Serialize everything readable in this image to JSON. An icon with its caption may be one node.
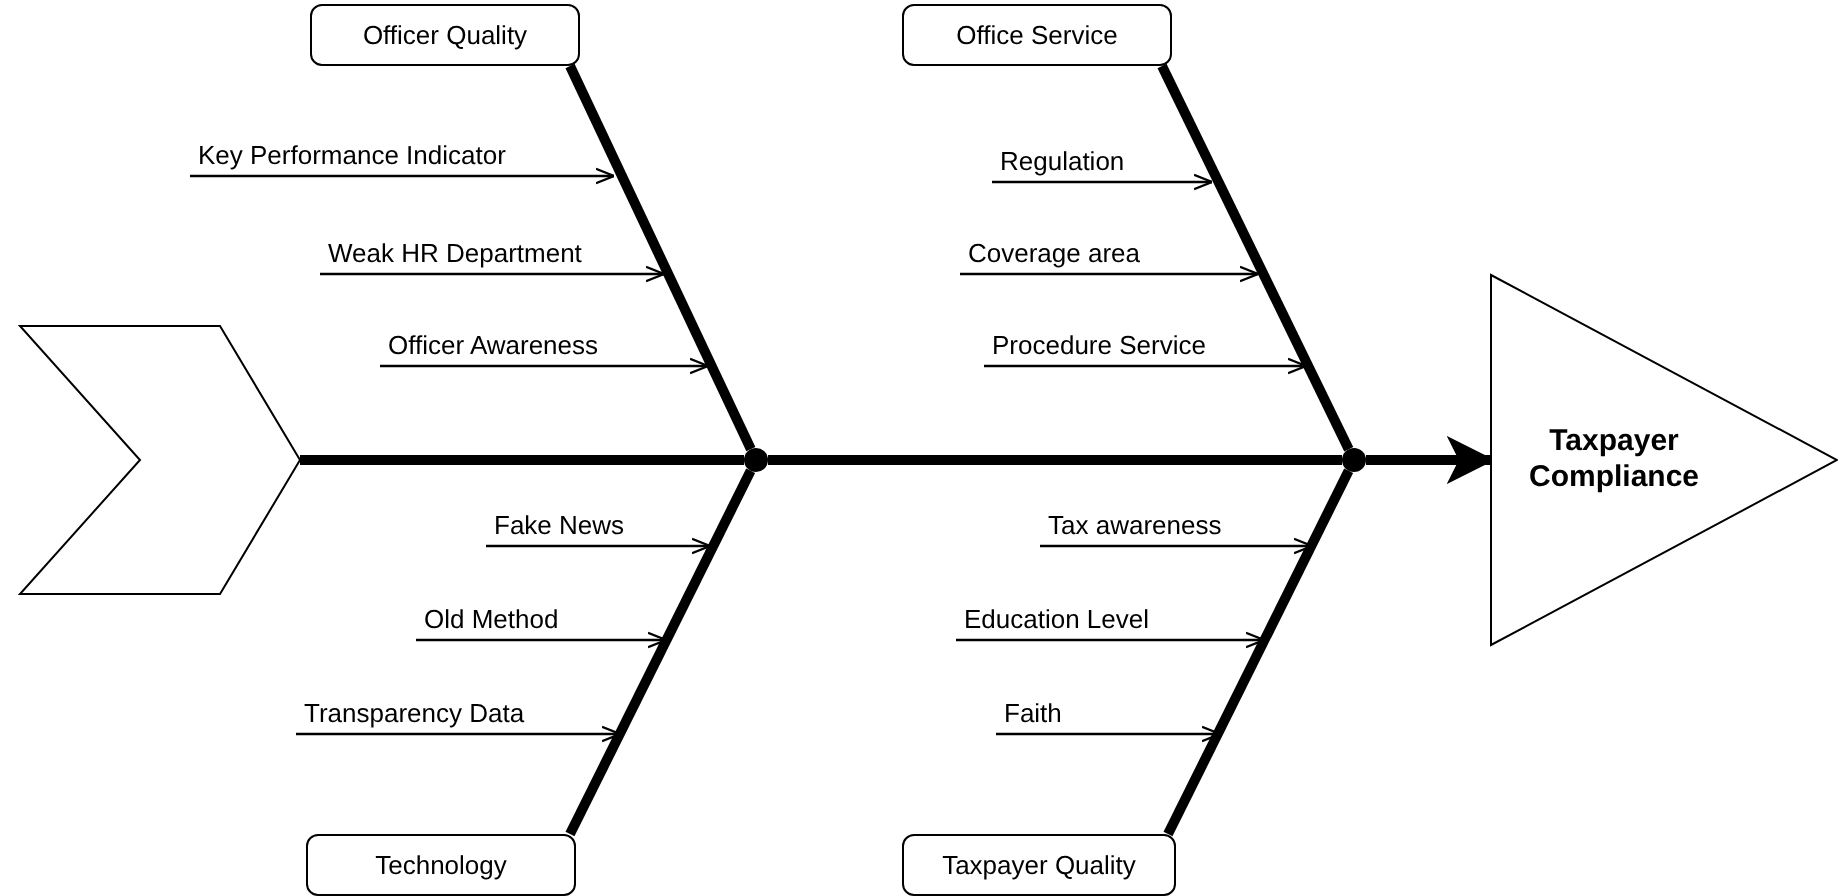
{
  "diagram": {
    "nodes": [
      {
        "text": [
          "Officer Quality"
        ]
      },
      {
        "text": [
          "Office Service"
        ]
      },
      {
        "text": [
          "Key Performance Indicator"
        ]
      },
      {
        "text": [
          "Weak HR Department"
        ]
      },
      {
        "text": [
          "Officer Awareness"
        ]
      },
      {
        "text": [
          "Regulation"
        ]
      },
      {
        "text": [
          "Coverage area"
        ]
      },
      {
        "text": [
          "Procedure Service"
        ]
      },
      {
        "text": [],
        "shape": "chevron"
      },
      {
        "text": [],
        "shape": "circle"
      },
      {
        "text": [],
        "shape": "circle"
      },
      {
        "text": [
          "Taxpayer Compliance"
        ]
      },
      {
        "text": [
          "Fake News"
        ]
      },
      {
        "text": [
          "Old Method"
        ]
      },
      {
        "text": [
          "Transparency Data"
        ]
      },
      {
        "text": [
          "Tax awareness"
        ]
      },
      {
        "text": [
          "Education Level"
        ]
      },
      {
        "text": [
          "Faith"
        ]
      },
      {
        "text": [
          "Technology"
        ]
      },
      {
        "text": [
          "Taxpayer Quality"
        ]
      }
    ],
    "edges": [
      {
        "from": 0,
        "to": 9,
        "arrow": "none",
        "style": "thick"
      },
      {
        "from": 1,
        "to": 10,
        "arrow": "none",
        "style": "thick"
      },
      {
        "from": 2,
        "to": null,
        "arrow": "to"
      },
      {
        "from": 3,
        "to": null,
        "arrow": "to"
      },
      {
        "from": 4,
        "to": null,
        "arrow": "to"
      },
      {
        "from": 5,
        "to": null,
        "arrow": "to"
      },
      {
        "from": 6,
        "to": null,
        "arrow": "to"
      },
      {
        "from": 7,
        "to": null,
        "arrow": "to"
      },
      {
        "from": 8,
        "to": 9,
        "arrow": "none",
        "style": "thick"
      },
      {
        "from": 9,
        "to": 10,
        "arrow": "none",
        "style": "thick"
      },
      {
        "from": 10,
        "to": 11,
        "arrow": "to",
        "style": "thick"
      },
      {
        "from": 12,
        "to": null,
        "arrow": "to"
      },
      {
        "from": 13,
        "to": null,
        "arrow": "to"
      },
      {
        "from": 14,
        "to": null,
        "arrow": "to"
      },
      {
        "from": 15,
        "to": null,
        "arrow": "to"
      },
      {
        "from": 16,
        "to": null,
        "arrow": "to"
      },
      {
        "from": 17,
        "to": null,
        "arrow": "to"
      },
      {
        "from": 18,
        "to": 9,
        "arrow": "none",
        "style": "thick"
      },
      {
        "from": 19,
        "to": 10,
        "arrow": "none",
        "style": "thick"
      }
    ]
  }
}
